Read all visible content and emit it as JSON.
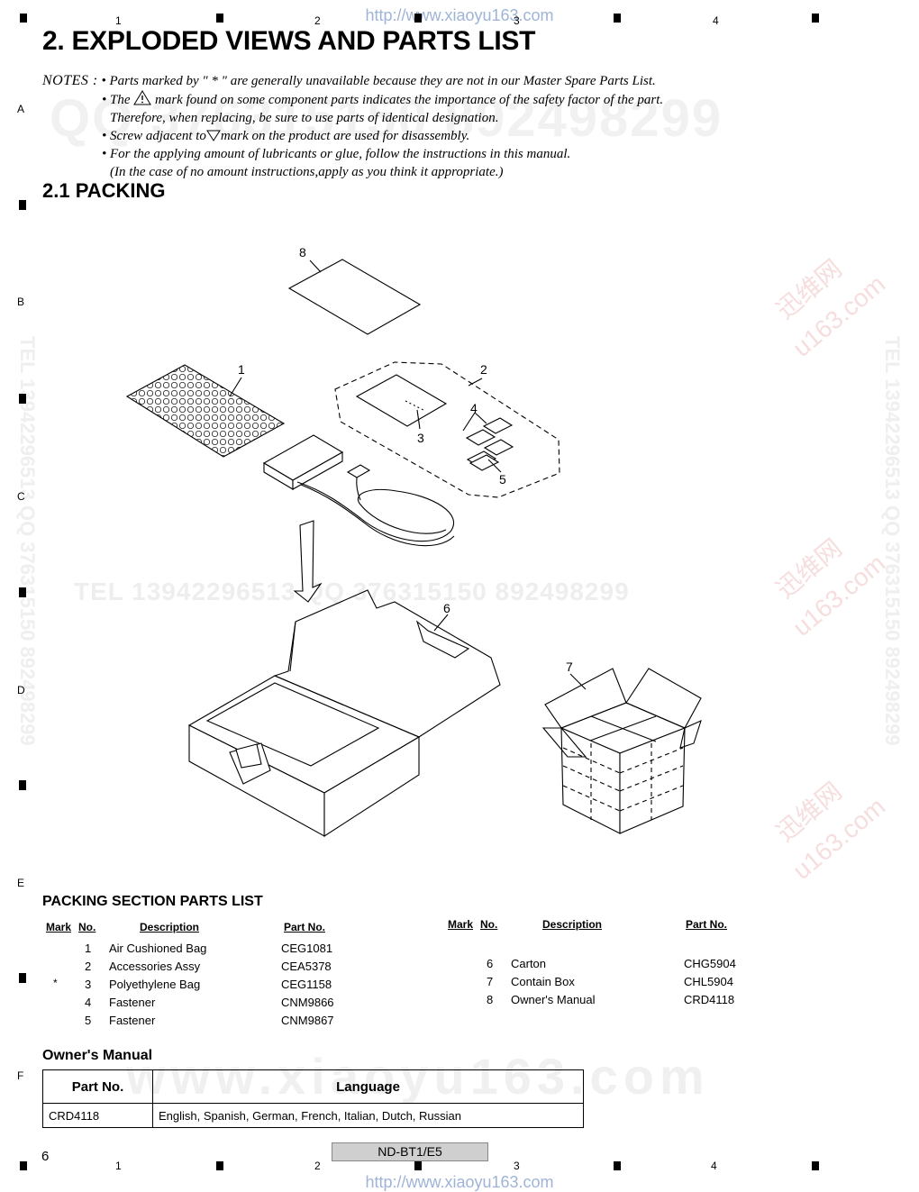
{
  "watermark": {
    "url": "http://www.xiaoyu163.com",
    "qq_big": "QQ 376315150 892498299",
    "tel_line": "TEL 13942296513 QQ 376315150 892498299",
    "www_big": "www.xiaoyu163.com",
    "side_text": "TEL 13942296513 QQ 376315150 892498299",
    "red_cn": "迅维网",
    "red_domain": "u163.com"
  },
  "grid": {
    "columns": [
      "1",
      "2",
      "3",
      "4"
    ],
    "rows": [
      "A",
      "B",
      "C",
      "D",
      "E",
      "F"
    ]
  },
  "title": "2. EXPLODED VIEWS AND PARTS LIST",
  "notes": {
    "label": "NOTES :",
    "lines": [
      "• Parts marked by  \" * \"  are generally unavailable because they are not in our Master Spare Parts List.",
      "• The",
      "mark found on some component parts indicates the importance of the safety factor of the part.",
      "Therefore, when replacing, be sure to use parts of identical designation.",
      "• Screw adjacent to",
      "mark on the product are used for disassembly.",
      "• For the applying amount of lubricants or glue, follow the instructions in this manual.",
      "(In the case of no amount instructions,apply as you think it appropriate.)"
    ]
  },
  "section": "2.1  PACKING",
  "callouts": [
    "1",
    "2",
    "3",
    "4",
    "5",
    "6",
    "7",
    "8"
  ],
  "parts_list": {
    "title": "PACKING SECTION PARTS LIST",
    "headers": {
      "mark": "Mark",
      "no": "No.",
      "description": "Description",
      "part_no": "Part No."
    },
    "left": [
      {
        "mark": "",
        "no": "1",
        "description": "Air Cushioned Bag",
        "part_no": "CEG1081"
      },
      {
        "mark": "",
        "no": "2",
        "description": "Accessories Assy",
        "part_no": "CEA5378"
      },
      {
        "mark": "*",
        "no": "3",
        "description": "Polyethylene Bag",
        "part_no": "CEG1158"
      },
      {
        "mark": "",
        "no": "4",
        "description": "Fastener",
        "part_no": "CNM9866"
      },
      {
        "mark": "",
        "no": "5",
        "description": "Fastener",
        "part_no": "CNM9867"
      }
    ],
    "right": [
      {
        "mark": "",
        "no": "6",
        "description": "Carton",
        "part_no": "CHG5904"
      },
      {
        "mark": "",
        "no": "7",
        "description": "Contain Box",
        "part_no": "CHL5904"
      },
      {
        "mark": "",
        "no": "8",
        "description": "Owner's Manual",
        "part_no": "CRD4118"
      }
    ]
  },
  "owners_manual": {
    "title": "Owner's Manual",
    "headers": {
      "part_no": "Part No.",
      "language": "Language"
    },
    "rows": [
      {
        "part_no": "CRD4118",
        "language": "English, Spanish, German, French, Italian, Dutch, Russian"
      }
    ]
  },
  "footer": {
    "page": "6",
    "model": "ND-BT1/E5"
  }
}
